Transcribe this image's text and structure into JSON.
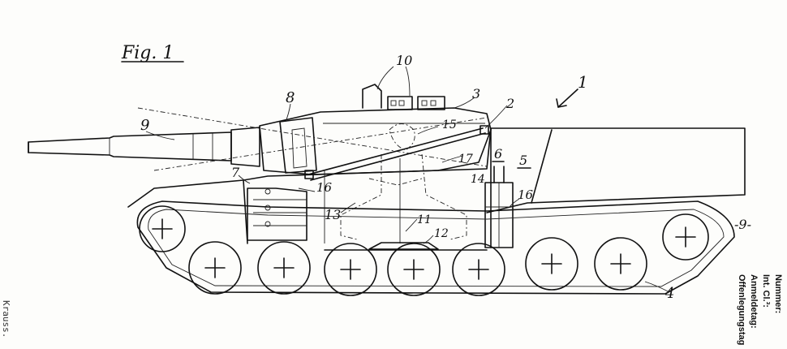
{
  "figure": {
    "title": "Fig. 1"
  },
  "reference_numerals": {
    "n1": "1",
    "n2": "2",
    "n3": "3",
    "n4": "4",
    "n5": "5",
    "n6": "6",
    "n7": "7",
    "n8": "8",
    "n9": "9",
    "n10": "10",
    "n11": "11",
    "n12": "12",
    "n13": "13",
    "n14": "14",
    "n15": "15",
    "n16a": "16",
    "n16b": "16",
    "n17": "17"
  },
  "margin_label": "-9-",
  "right_margin_labels": [
    "Nummer:",
    "Int. Cl.³:",
    "Anmeldetag:",
    "Offenlegungstag"
  ],
  "left_margin_text": "Krauss.",
  "colors": {
    "ink": "#111111",
    "paper": "#fdfdfb"
  }
}
